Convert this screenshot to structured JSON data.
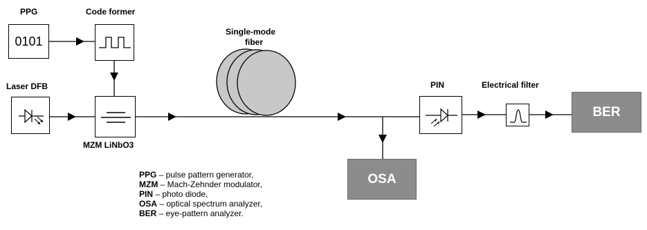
{
  "labels": {
    "ppg": "PPG",
    "code_former": "Code former",
    "laser": "Laser DFB",
    "mzm": "MZM LiNbO3",
    "fiber_line1": "Single-mode",
    "fiber_line2": "fiber",
    "pin": "PIN",
    "filter": "Electrical filter"
  },
  "blocks": {
    "ppg_value": "0101",
    "osa": "OSA",
    "ber": "BER"
  },
  "legend": [
    {
      "term": "PPG",
      "text": " – pulse pattern generator,"
    },
    {
      "term": "MZM",
      "text": " – Mach-Zehnder modulator,"
    },
    {
      "term": "PIN",
      "text": " – photo diode,"
    },
    {
      "term": "OSA",
      "text": " – optical spectrum analyzer,"
    },
    {
      "term": "BER",
      "text": " – eye-pattern analyzer."
    }
  ],
  "colors": {
    "instrument_fill": "#8c8c8c",
    "fiber_fill": "#c8c8c8"
  }
}
